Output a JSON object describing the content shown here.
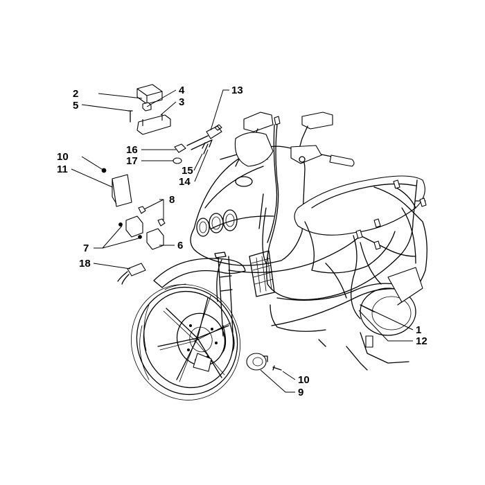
{
  "callouts": [
    {
      "id": "c1",
      "text": "1"
    },
    {
      "id": "c2",
      "text": "2"
    },
    {
      "id": "c3",
      "text": "3"
    },
    {
      "id": "c4",
      "text": "4"
    },
    {
      "id": "c5",
      "text": "5"
    },
    {
      "id": "c6",
      "text": "6"
    },
    {
      "id": "c7",
      "text": "7"
    },
    {
      "id": "c8",
      "text": "8"
    },
    {
      "id": "c9",
      "text": "9"
    },
    {
      "id": "c10a",
      "text": "10"
    },
    {
      "id": "c10b",
      "text": "10"
    },
    {
      "id": "c11",
      "text": "11"
    },
    {
      "id": "c12",
      "text": "12"
    },
    {
      "id": "c13",
      "text": "13"
    },
    {
      "id": "c14",
      "text": "14"
    },
    {
      "id": "c15",
      "text": "15"
    },
    {
      "id": "c16",
      "text": "16"
    },
    {
      "id": "c17",
      "text": "17"
    },
    {
      "id": "c18",
      "text": "18"
    }
  ]
}
